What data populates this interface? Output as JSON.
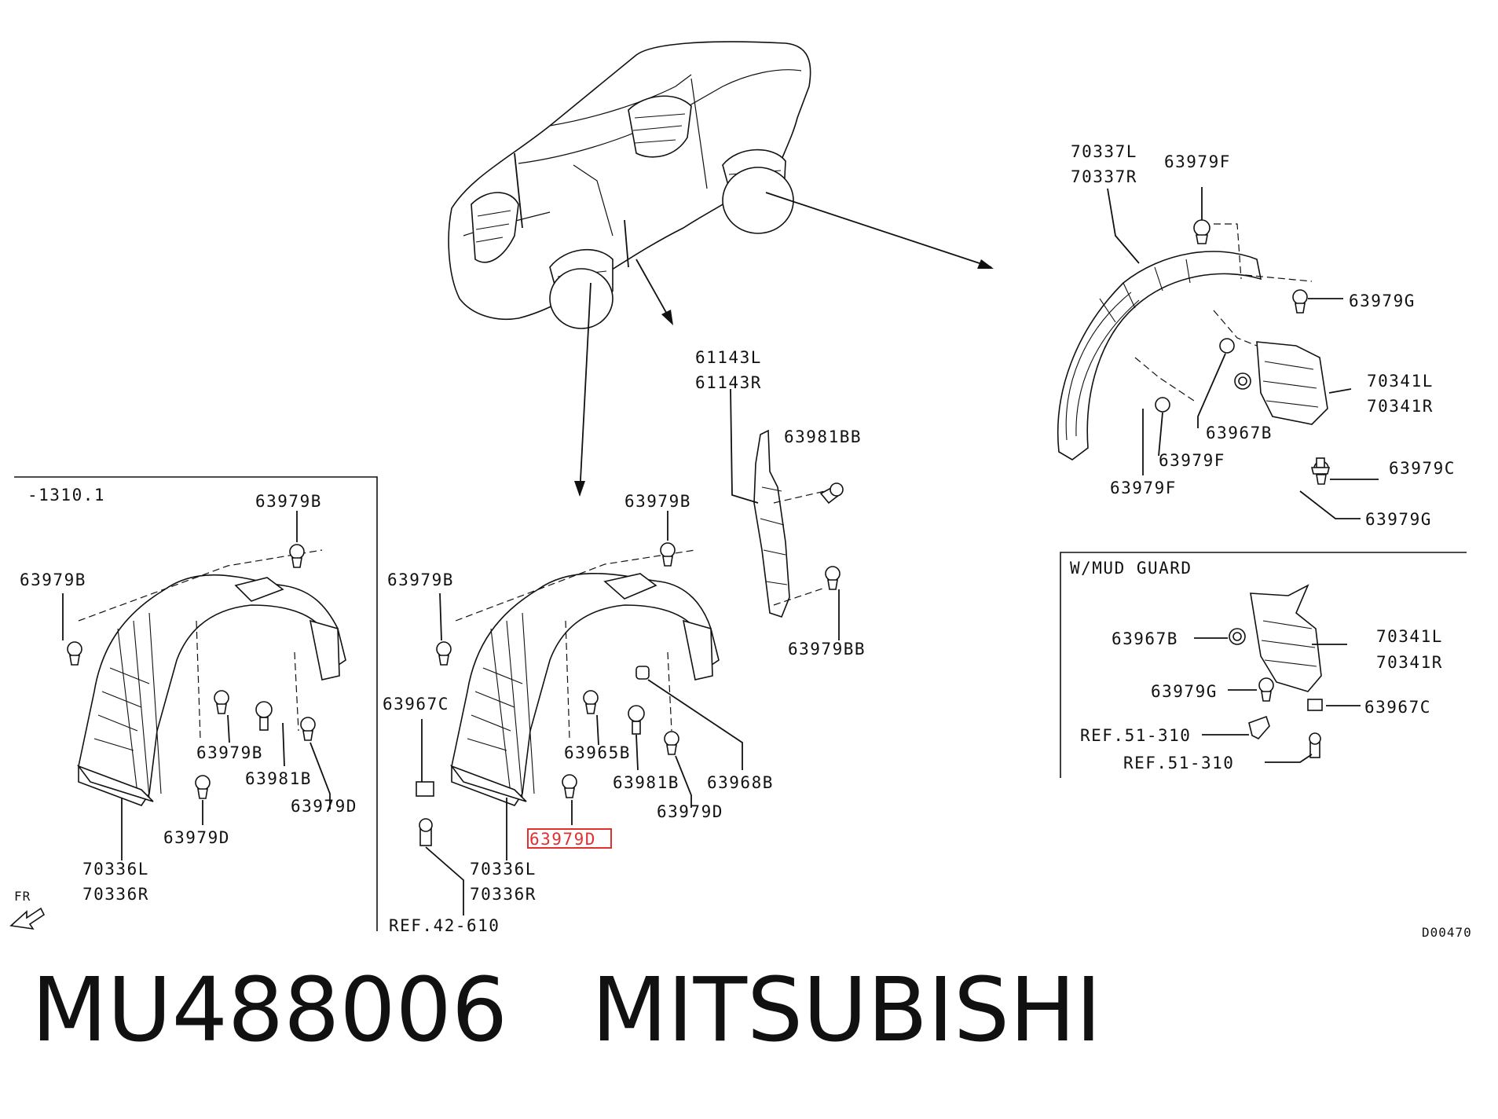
{
  "caption": {
    "part_number": "MU488006",
    "brand": "MITSUBISHI"
  },
  "diagram_code": "D00470",
  "panels": {
    "left": {
      "date_code": "-1310.1",
      "labels": [
        "63979B",
        "63979B",
        "63979B",
        "63981B",
        "63979D",
        "63979D",
        "70336L",
        "70336R"
      ],
      "fr_mark": "FR"
    },
    "center": {
      "labels": [
        "63979B",
        "63979B",
        "63967C",
        "63965B",
        "63981B",
        "63968B",
        "63979D",
        "63979D",
        "70336L",
        "70336R",
        "REF.42-610"
      ],
      "highlighted": "63979D"
    },
    "splash": {
      "labels": [
        "61143L",
        "61143R",
        "63981BB",
        "63979BB"
      ]
    },
    "rear": {
      "labels": [
        "70337L",
        "70337R",
        "63979F",
        "63979G",
        "70341L",
        "70341R",
        "63967B",
        "63979F",
        "63979F",
        "63979C",
        "63979G"
      ]
    },
    "mud_guard": {
      "title": "W/MUD GUARD",
      "labels": [
        "70341L",
        "70341R",
        "63967B",
        "63979G",
        "63967C",
        "REF.51-310",
        "REF.51-310"
      ]
    }
  },
  "colors": {
    "line": "#111111",
    "highlight": "#e03030",
    "background": "#ffffff"
  }
}
